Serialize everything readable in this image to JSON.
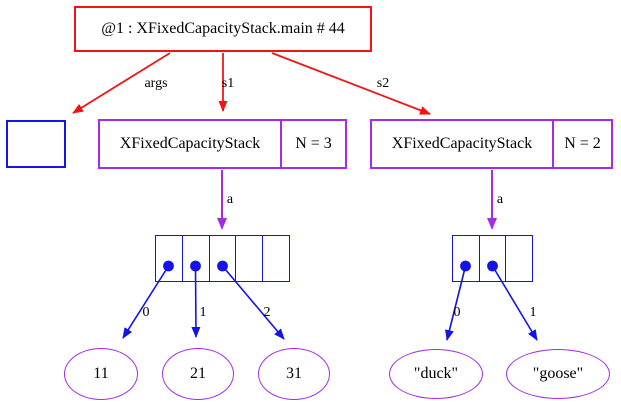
{
  "colors": {
    "frame_red": "#f21414",
    "object_purple": "#a62be8",
    "array_blue": "#1414e8",
    "text_black": "#000000"
  },
  "nodes": {
    "root_frame": {
      "label": "@1 : XFixedCapacityStack.main # 44"
    },
    "args_array": {
      "label": ""
    },
    "stack1": {
      "class_name": "XFixedCapacityStack",
      "field": "N = 3",
      "slots": 5,
      "filled_slots": 3
    },
    "stack2": {
      "class_name": "XFixedCapacityStack",
      "field": "N = 2",
      "slots": 3,
      "filled_slots": 2
    },
    "values_left": [
      "11",
      "21",
      "31"
    ],
    "values_right": [
      "\"duck\"",
      "\"goose\""
    ]
  },
  "edges": {
    "args": "args",
    "s1": "s1",
    "s2": "s2",
    "a_left": "a",
    "a_right": "a",
    "left_indices": [
      "0",
      "1",
      "2"
    ],
    "right_indices": [
      "0",
      "1"
    ]
  }
}
